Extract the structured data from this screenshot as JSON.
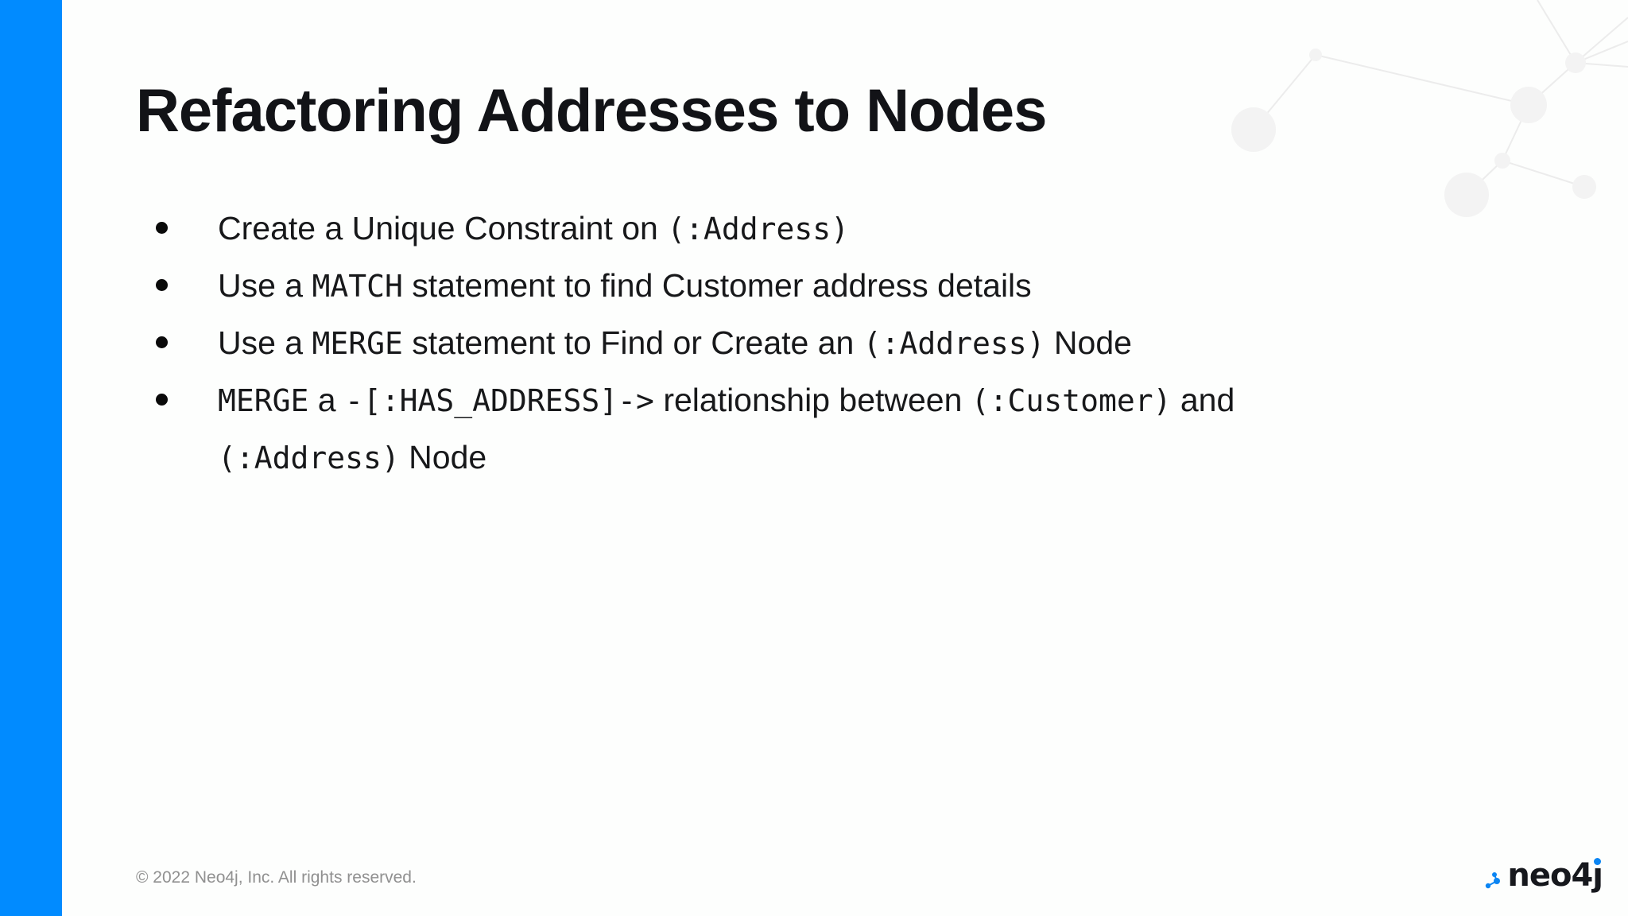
{
  "slide": {
    "title": "Refactoring Addresses to Nodes",
    "bullets": [
      {
        "segments": [
          {
            "text": "Create a Unique Constraint on ",
            "mono": false
          },
          {
            "text": "(:Address)",
            "mono": true
          }
        ]
      },
      {
        "segments": [
          {
            "text": "Use a ",
            "mono": false
          },
          {
            "text": "MATCH",
            "mono": true
          },
          {
            "text": " statement to find Customer address details",
            "mono": false
          }
        ]
      },
      {
        "segments": [
          {
            "text": "Use a ",
            "mono": false
          },
          {
            "text": "MERGE",
            "mono": true
          },
          {
            "text": " statement to Find or Create an ",
            "mono": false
          },
          {
            "text": "(:Address)",
            "mono": true
          },
          {
            "text": " Node",
            "mono": false
          }
        ]
      },
      {
        "line1": [
          {
            "text": "MERGE",
            "mono": true
          },
          {
            "text": " a ",
            "mono": false
          },
          {
            "text": "-[:HAS_ADDRESS]->",
            "mono": true
          },
          {
            "text": " relationship between ",
            "mono": false
          },
          {
            "text": "(:Customer)",
            "mono": true
          },
          {
            "text": " and",
            "mono": false
          }
        ],
        "line2": [
          {
            "text": "(:Address)",
            "mono": true
          },
          {
            "text": " Node",
            "mono": false
          }
        ]
      }
    ],
    "footer": {
      "copyright": "© 2022 Neo4j, Inc. All rights reserved."
    },
    "brand": {
      "name": "neo4j",
      "wordmark_head": "neo4",
      "wordmark_tail": "j"
    },
    "colors": {
      "accent_blue": "#018BFF",
      "logo_blue": "#0B85F3",
      "text_dark": "#17181a",
      "muted_gray": "#909090",
      "decoration_gray": "#f3f3f3"
    }
  }
}
